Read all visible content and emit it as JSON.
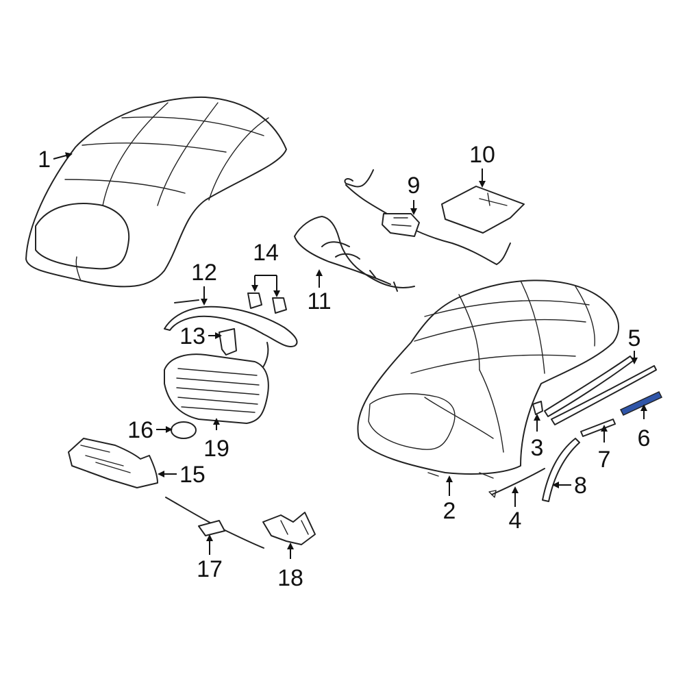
{
  "diagram": {
    "labels": [
      "1",
      "2",
      "3",
      "4",
      "5",
      "6",
      "7",
      "8",
      "9",
      "10",
      "11",
      "12",
      "13",
      "14",
      "15",
      "16",
      "17",
      "18",
      "19"
    ],
    "highlight_part": "6",
    "highlight_color": "#2f55a8",
    "line_color": "#222222",
    "background": "#ffffff"
  }
}
